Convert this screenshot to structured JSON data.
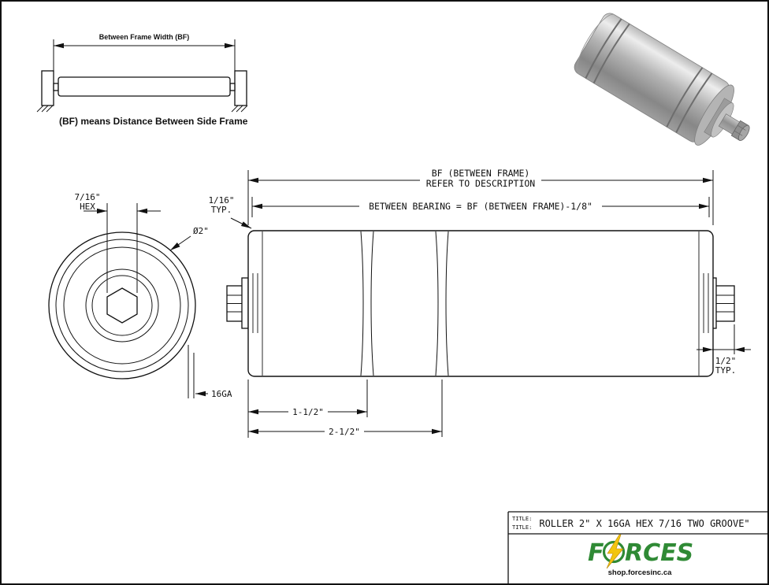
{
  "inset": {
    "dim_label": "Between Frame Width (BF)",
    "caption": "(BF) means Distance Between Side Frame"
  },
  "front_view": {
    "hex_dim_line1": "7/16\"",
    "hex_dim_line2": "HEX",
    "diameter_label": "Ø2\"",
    "gauge_label": "16GA"
  },
  "side_view": {
    "bf_dim_line1": "BF (BETWEEN FRAME)",
    "bf_dim_line2": "REFER TO DESCRIPTION",
    "bearing_dim": "BETWEEN BEARING = BF (BETWEEN FRAME)-1/8\"",
    "lip_dim_line1": "1/16\"",
    "lip_dim_line2": "TYP.",
    "shaft_dim_line1": "1/2\"",
    "shaft_dim_line2": "TYP.",
    "groove1_dim": "1-1/2\"",
    "groove2_dim": "2-1/2\""
  },
  "title_block": {
    "label_row1": "TITLE:",
    "label_row2": "TITLE:",
    "drawing_title": "ROLLER 2\" X 16GA HEX 7/16 TWO GROOVE\"",
    "brand": "FORCES",
    "brand_f": "F",
    "brand_rest": "RCES",
    "website": "shop.forcesinc.ca"
  },
  "colors": {
    "line": "#111111",
    "brand_green": "#2f8a35",
    "bolt_yellow": "#f2c50f"
  }
}
